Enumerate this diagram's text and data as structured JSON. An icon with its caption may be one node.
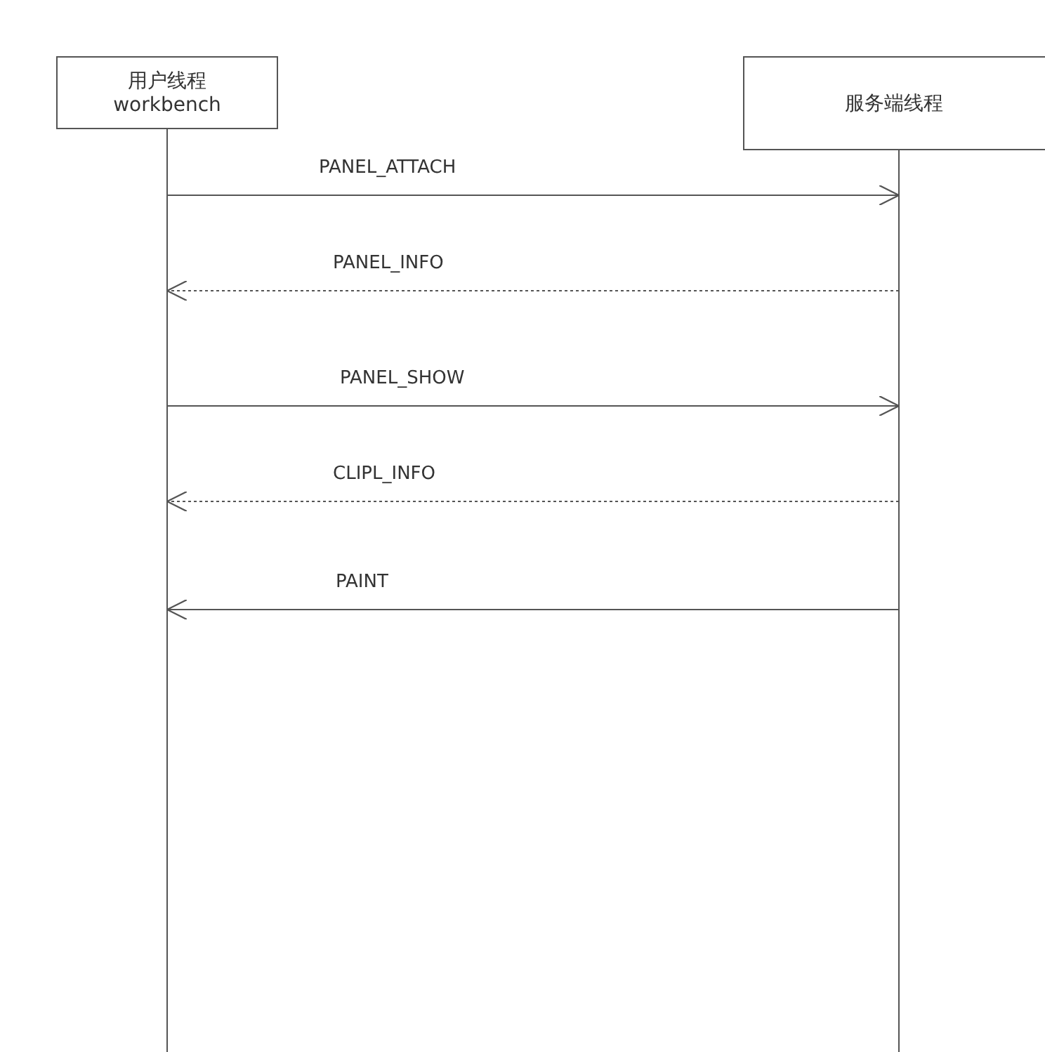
{
  "diagram": {
    "nodes": [
      {
        "text": [
          "用户线程",
          "workbench"
        ]
      },
      {
        "text": [
          "服务端线程"
        ]
      }
    ],
    "edges": [
      {
        "from": 0,
        "to": 1,
        "arrow": "to",
        "label": "PANEL_ATTACH"
      },
      {
        "from": 1,
        "to": 0,
        "arrow": "to",
        "label": "PANEL_INFO",
        "style": "dashed"
      },
      {
        "from": 0,
        "to": 1,
        "arrow": "to",
        "label": "PANEL_SHOW"
      },
      {
        "from": 1,
        "to": 0,
        "arrow": "to",
        "label": "CLIPL_INFO",
        "style": "dashed"
      },
      {
        "from": 1,
        "to": 0,
        "arrow": "to",
        "label": "PAINT"
      }
    ]
  }
}
